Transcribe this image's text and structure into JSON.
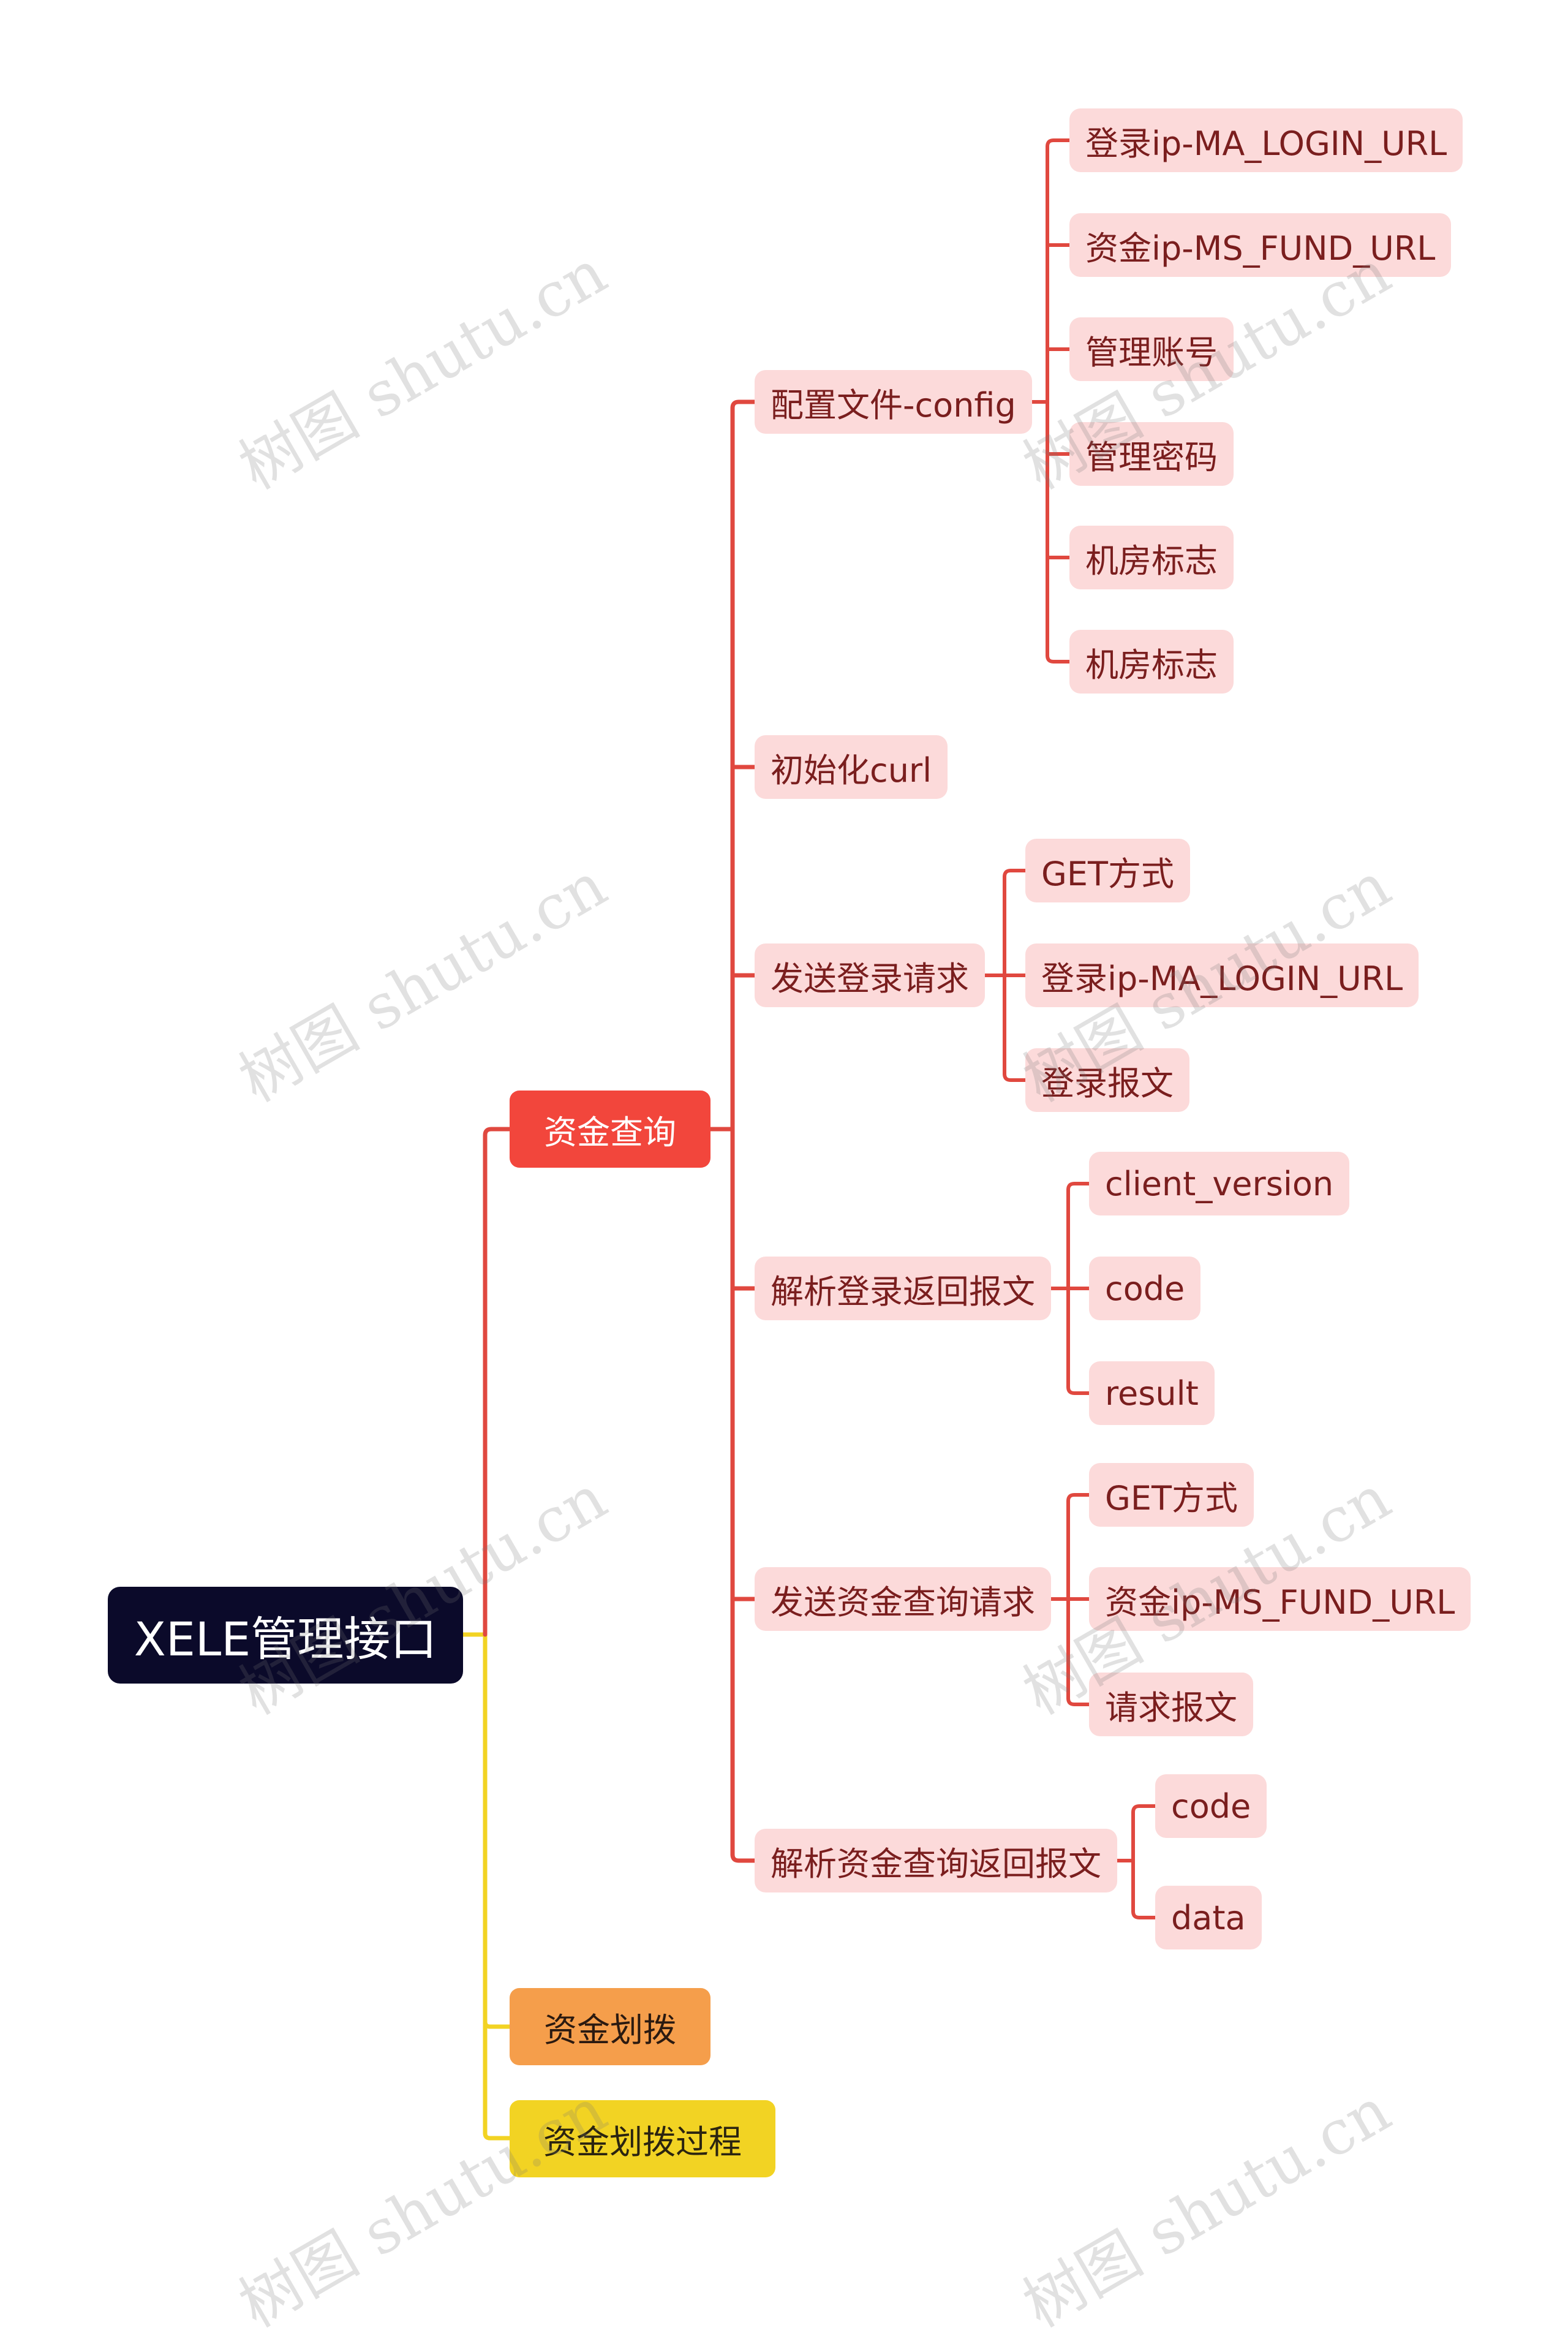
{
  "root": {
    "label": "XELE管理接口"
  },
  "branches": {
    "query": {
      "label": "资金查询",
      "children": {
        "config": {
          "label": "配置文件-config",
          "items": [
            "登录ip-MA_LOGIN_URL",
            "资金ip-MS_FUND_URL",
            "管理账号",
            "管理密码",
            "机房标志",
            "机房标志"
          ]
        },
        "init": {
          "label": "初始化curl"
        },
        "login": {
          "label": "发送登录请求",
          "items": [
            "GET方式",
            "登录ip-MA_LOGIN_URL",
            "登录报文"
          ]
        },
        "parse_login": {
          "label": "解析登录返回报文",
          "items": [
            "client_version",
            "code",
            "result"
          ]
        },
        "fund_req": {
          "label": "发送资金查询请求",
          "items": [
            "GET方式",
            "资金ip-MS_FUND_URL",
            "请求报文"
          ]
        },
        "parse_fund": {
          "label": "解析资金查询返回报文",
          "items": [
            "code",
            "data"
          ]
        }
      }
    },
    "transfer": {
      "label": "资金划拨"
    },
    "transfer_process": {
      "label": "资金划拨过程"
    }
  },
  "colors": {
    "root": "#0b0a2a",
    "red": "#f2463c",
    "orange": "#f59e4b",
    "yellow": "#f2d323",
    "leaf": "#fcdada",
    "leaf_text": "#7a1e1e",
    "red_line": "#e0483f",
    "yellow_line": "#f2d323"
  },
  "watermark": "树图 shutu.cn"
}
